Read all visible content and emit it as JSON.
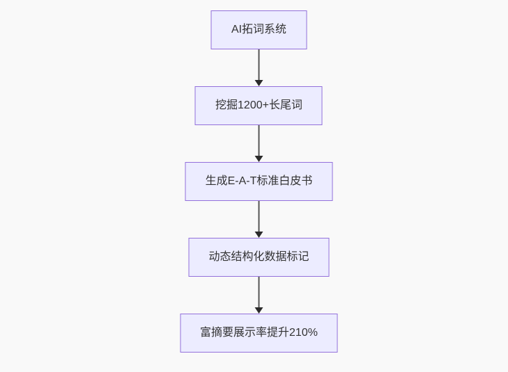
{
  "diagram": {
    "type": "flowchart",
    "direction": "top-down",
    "nodes": [
      {
        "label": "AI拓词系统"
      },
      {
        "label": "挖掘1200+长尾词"
      },
      {
        "label": "生成E-A-T标准白皮书"
      },
      {
        "label": "动态结构化数据标记"
      },
      {
        "label": "富摘要展示率提升210%"
      }
    ],
    "edges": [
      {
        "from": "AI拓词系统",
        "to": "挖掘1200+长尾词"
      },
      {
        "from": "挖掘1200+长尾词",
        "to": "生成E-A-T标准白皮书"
      },
      {
        "from": "生成E-A-T标准白皮书",
        "to": "动态结构化数据标记"
      },
      {
        "from": "动态结构化数据标记",
        "to": "富摘要展示率提升210%"
      }
    ],
    "colors": {
      "background": "#f9f9f9",
      "node_fill": "#ececff",
      "node_border": "#9370db",
      "text": "#333333",
      "arrow_line": "#555555",
      "arrow_head": "#2b2b2b"
    }
  }
}
